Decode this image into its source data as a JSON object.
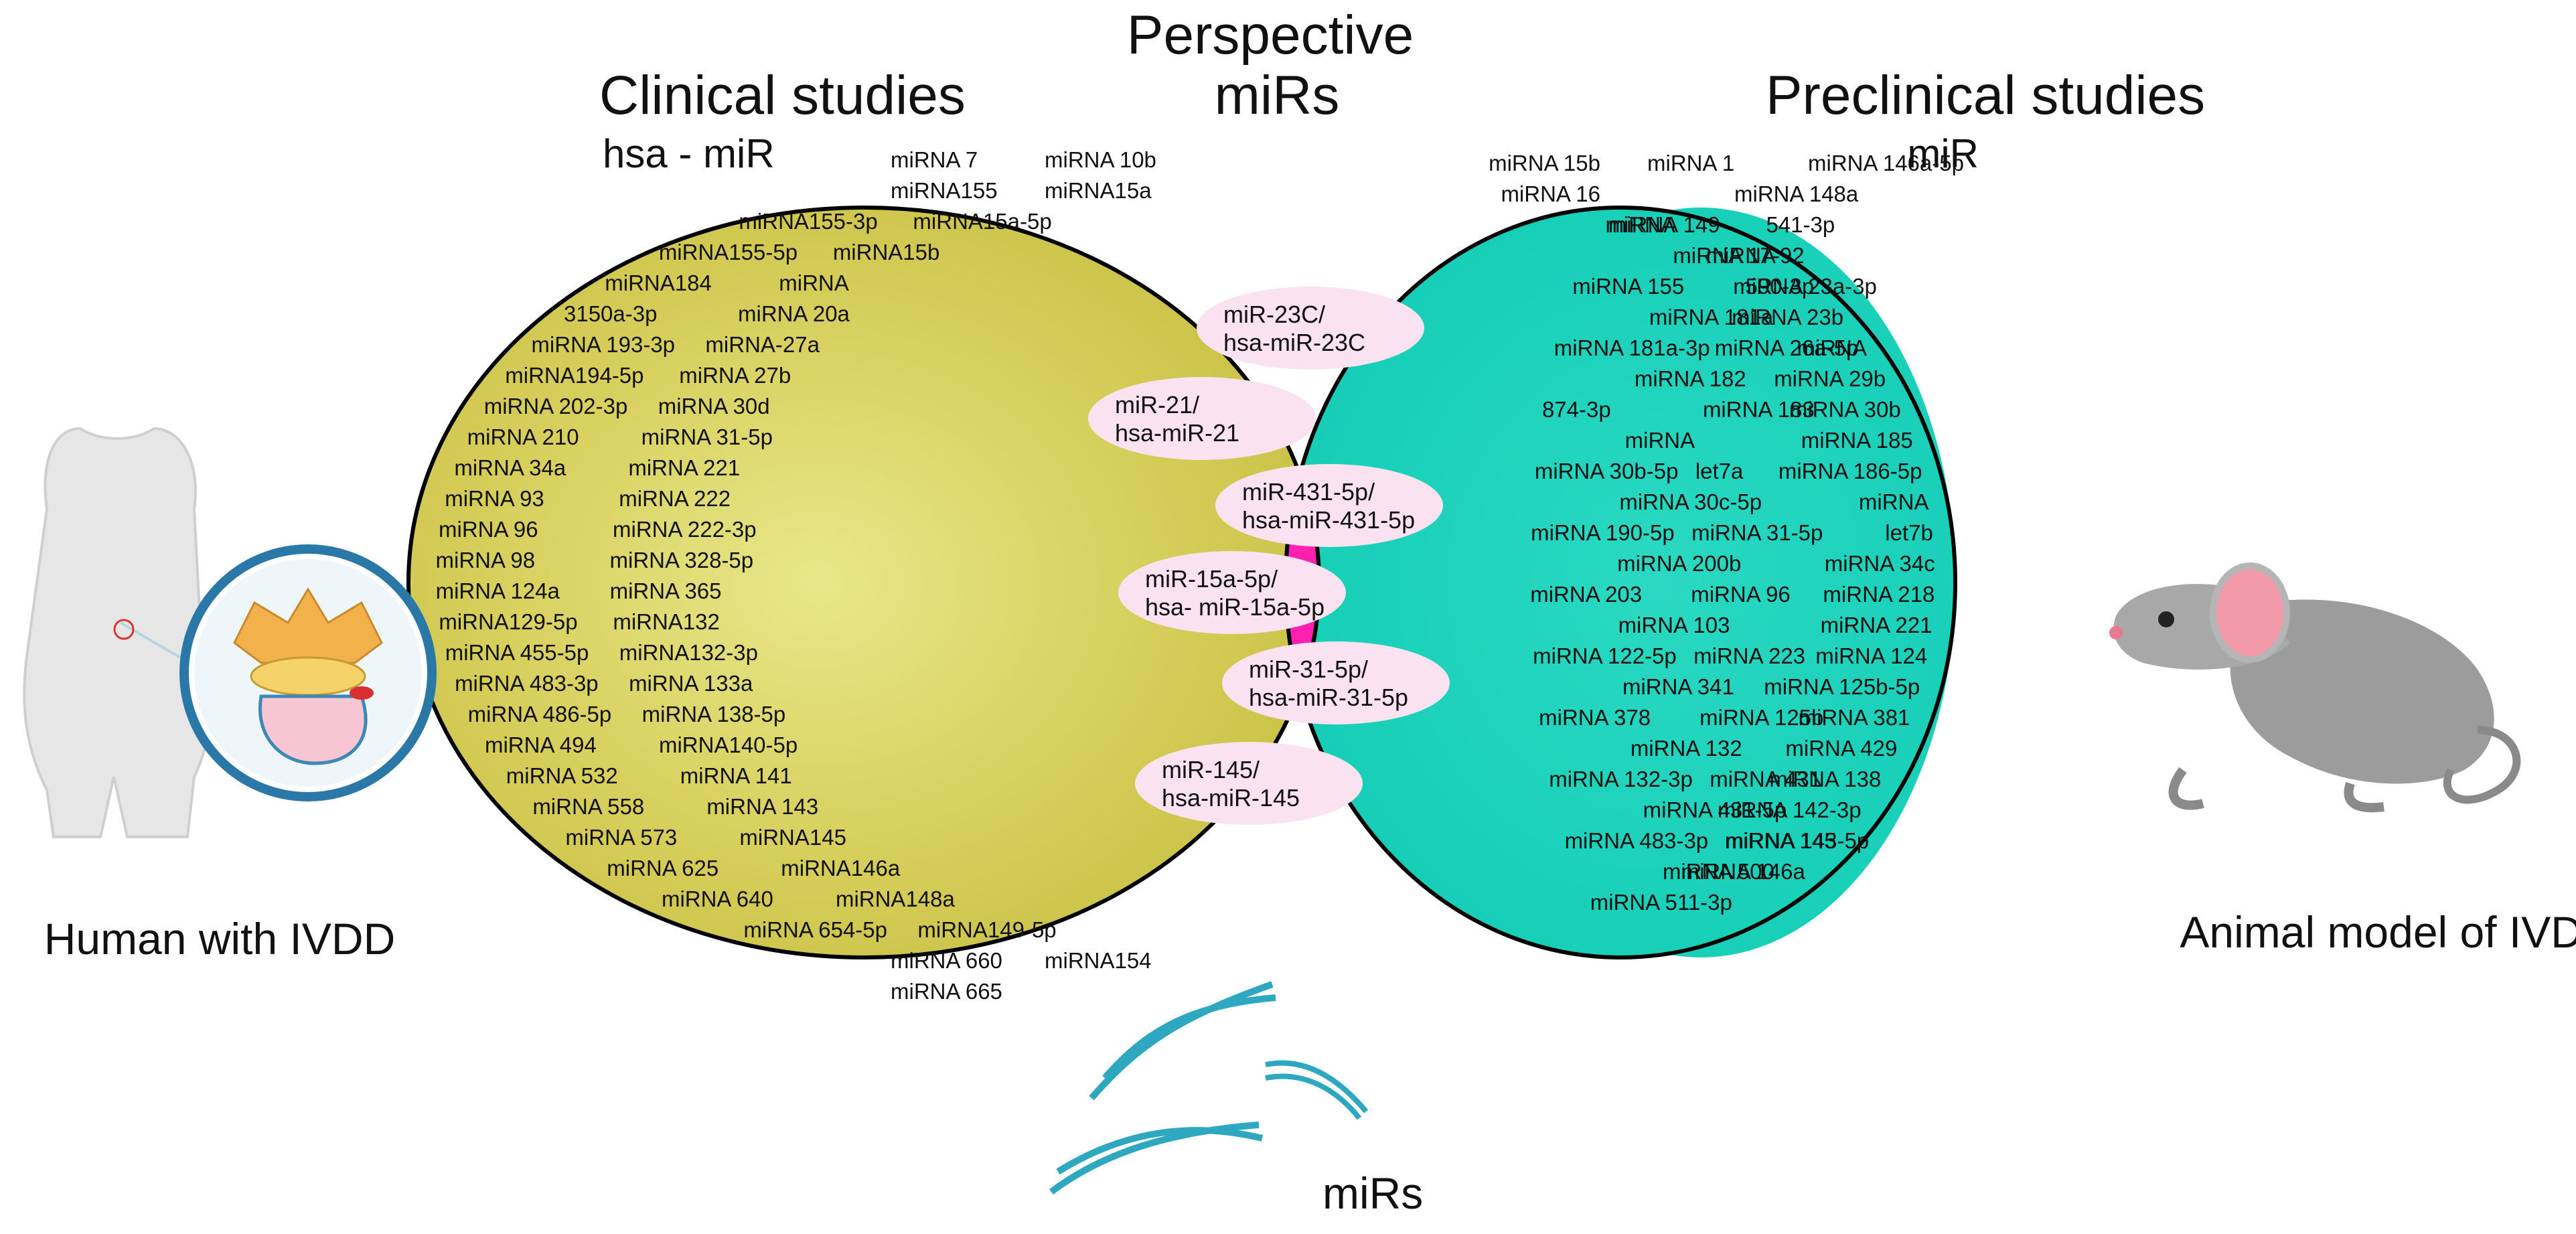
{
  "titles": {
    "clinical": "Clinical studies",
    "clinical_sub": "hsa - miR",
    "perspective_line1": "Perspective",
    "perspective_line2": "miRs",
    "preclinical": "Preclinical studies",
    "preclinical_sub": "miR"
  },
  "side_labels": {
    "human": "Human with IVDD",
    "animal": "Animal model of IVDD",
    "mirs": "miRs"
  },
  "colors": {
    "clinical_fill": "#d0c94e",
    "preclinical_fill": "#22d6c1",
    "overlap_fill": "#ff1fb0",
    "pill_fill": "#fbe2f0",
    "dna": "#2ea8c0",
    "outline": "#000000"
  },
  "icons": [
    "human-body-spine-icon",
    "mouse-icon",
    "dna-strands-icon"
  ],
  "clinical_mirs": [
    "miRNA 7",
    "miRNA 10b",
    "miRNA155",
    "miRNA15a",
    "miRNA155-3p",
    "miRNA15a-5p",
    "miRNA155-5p",
    "miRNA15b",
    "miRNA184",
    "miRNA",
    "3150a-3p",
    "miRNA 20a",
    "miRNA 193-3p",
    "miRNA-27a",
    "miRNA194-5p",
    "miRNA 27b",
    "miRNA 202-3p",
    "miRNA 30d",
    "miRNA 210",
    "miRNA 31-5p",
    "miRNA 34a",
    "miRNA 221",
    "miRNA 93",
    "miRNA 222",
    "miRNA 96",
    "miRNA 222-3p",
    "miRNA 98",
    "miRNA 328-5p",
    "miRNA 124a",
    "miRNA 365",
    "miRNA129-5p",
    "miRNA132",
    "miRNA 455-5p",
    "miRNA132-3p",
    "miRNA 483-3p",
    "miRNA 133a",
    "miRNA 486-5p",
    "miRNA 138-5p",
    "miRNA 494",
    "miRNA140-5p",
    "miRNA 532",
    "miRNA 141",
    "miRNA 558",
    "miRNA 143",
    "miRNA 573",
    "miRNA145",
    "miRNA 625",
    "miRNA146a",
    "miRNA 640",
    "miRNA148a",
    "miRNA 654-5p",
    "miRNA149-5p",
    "miRNA 660",
    "miRNA154",
    "miRNA 665"
  ],
  "perspective_mirs": [
    {
      "l1": "miR-23C/",
      "l2": "hsa-miR-23C"
    },
    {
      "l1": "miR-21/",
      "l2": "hsa-miR-21"
    },
    {
      "l1": "miR-431-5p/",
      "l2": "hsa-miR-431-5p"
    },
    {
      "l1": "miR-15a-5p/",
      "l2": "hsa- miR-15a-5p"
    },
    {
      "l1": "miR-31-5p/",
      "l2": "hsa-miR-31-5p"
    },
    {
      "l1": "miR-145/",
      "l2": "hsa-miR-145"
    }
  ],
  "preclinical_mirs": [
    "miRNA 1",
    "miRNA 146a-5p",
    "miRNA 15b",
    "miRNA 148a",
    "miRNA 16",
    "miRNA",
    "541-3p",
    "miRNA 149",
    "miRNA 17-92",
    "miRNA",
    "miRNA 155",
    "miRNA 23a-3p",
    "590-3p",
    "miRNA 181a",
    "miRNA 23b",
    "miRNA 181a-3p",
    "miRNA 26a-5p",
    "miRNA",
    "miRNA 182",
    "miRNA 29b",
    "874-3p",
    "miRNA 183",
    "miRNA 30b",
    "miRNA",
    "miRNA 185",
    "miRNA 30b-5p",
    "let7a",
    "miRNA 186-5p",
    "miRNA 30c-5p",
    "miRNA",
    "miRNA 190-5p",
    "miRNA 31-5p",
    "let7b",
    "miRNA 200b",
    "miRNA 34c",
    "miRNA 203",
    "miRNA 96",
    "miRNA 218",
    "miRNA 103",
    "miRNA 221",
    "miRNA 122-5p",
    "miRNA 223",
    "miRNA 124",
    "miRNA 341",
    "miRNA 125b-5p",
    "miRNA 378",
    "miRNA 125b",
    "miRNA 381",
    "miRNA 132",
    "miRNA 429",
    "miRNA 132-3p",
    "miRNA 431",
    "miRNA 138",
    "miRNA 431-5p",
    "miRNA 142-3p",
    "miRNA 483-3p",
    "miRNA 143-5p",
    "miRNA 145",
    "miRNA 500",
    "miRNA 146a",
    "miRNA 511-3p"
  ]
}
